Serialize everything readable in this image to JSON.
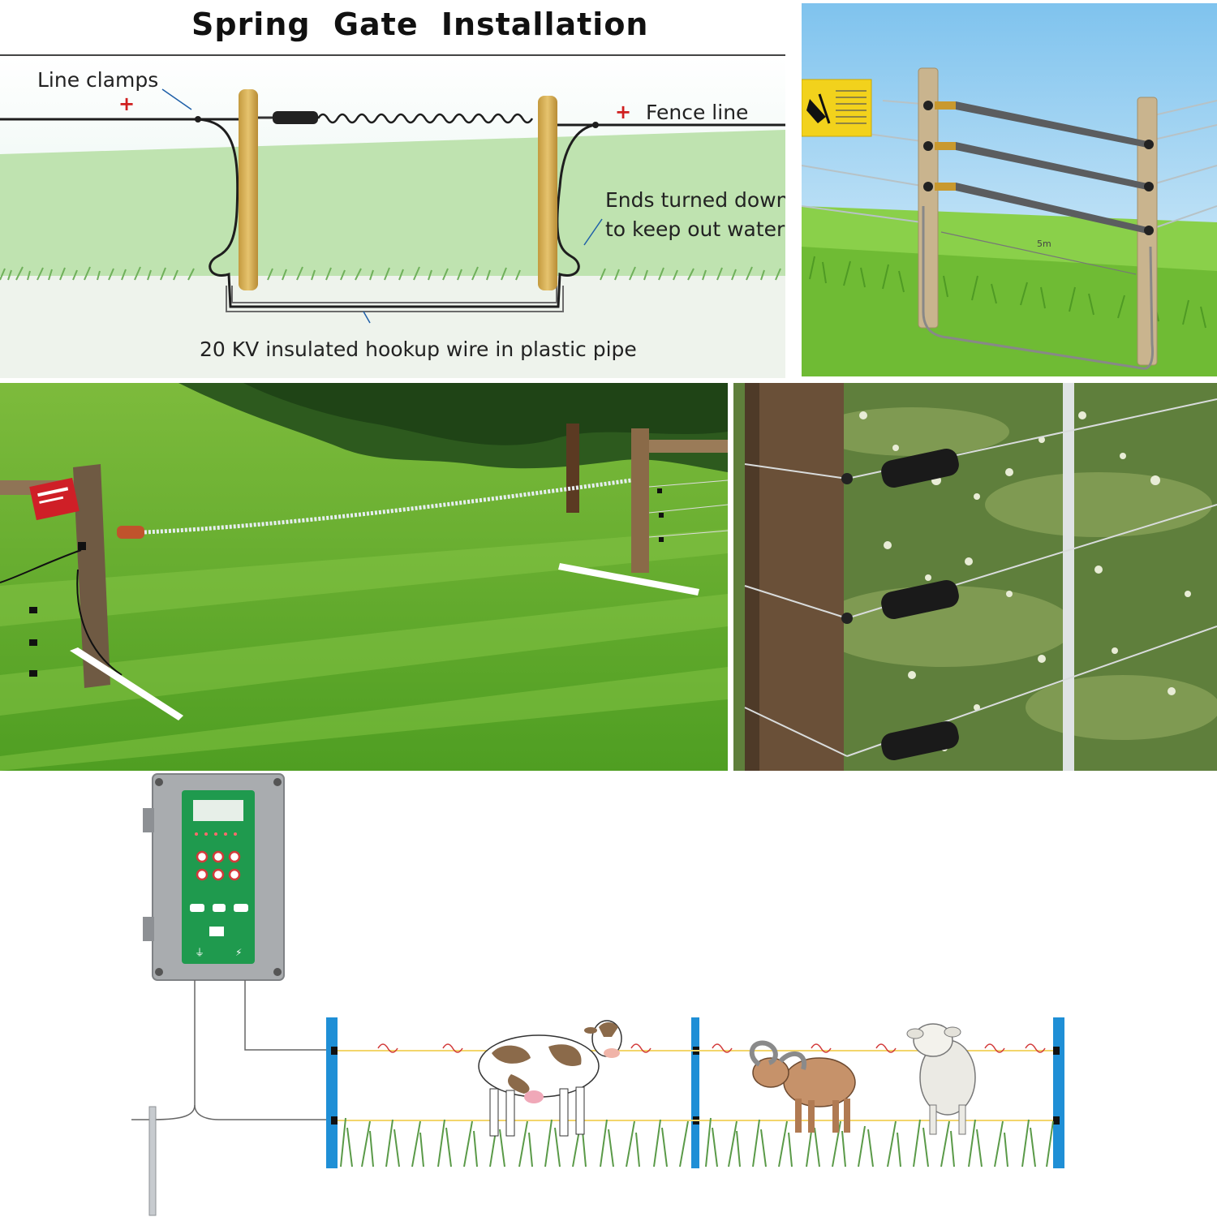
{
  "diagram": {
    "title": "Spring Gate Installation",
    "labels": {
      "line_clamps": "Line clamps",
      "fence_line": "Fence line",
      "ends_turned_line1": "Ends turned down",
      "ends_turned_line2": "to keep out water",
      "hookup_wire": "20 KV insulated hookup wire in plastic pipe",
      "plus_sign": "+"
    },
    "illustration": {
      "distance_label": "5m"
    }
  },
  "colors": {
    "sky": "#e4f2ee",
    "grass": "#9ed08a",
    "post": "#d7b45b",
    "wire": "#1e1e1e",
    "positive": "#d01f1f",
    "fence_post_blue": "#1f8fd6",
    "controller_panel": "#1f9a4e",
    "controller_case": "#a9acaf"
  },
  "icons": {
    "warning_sign": "warning-sign-icon",
    "cow": "cow-icon",
    "ram": "ram-icon",
    "sheep": "sheep-icon",
    "ground_rod": "ground-rod-icon"
  }
}
